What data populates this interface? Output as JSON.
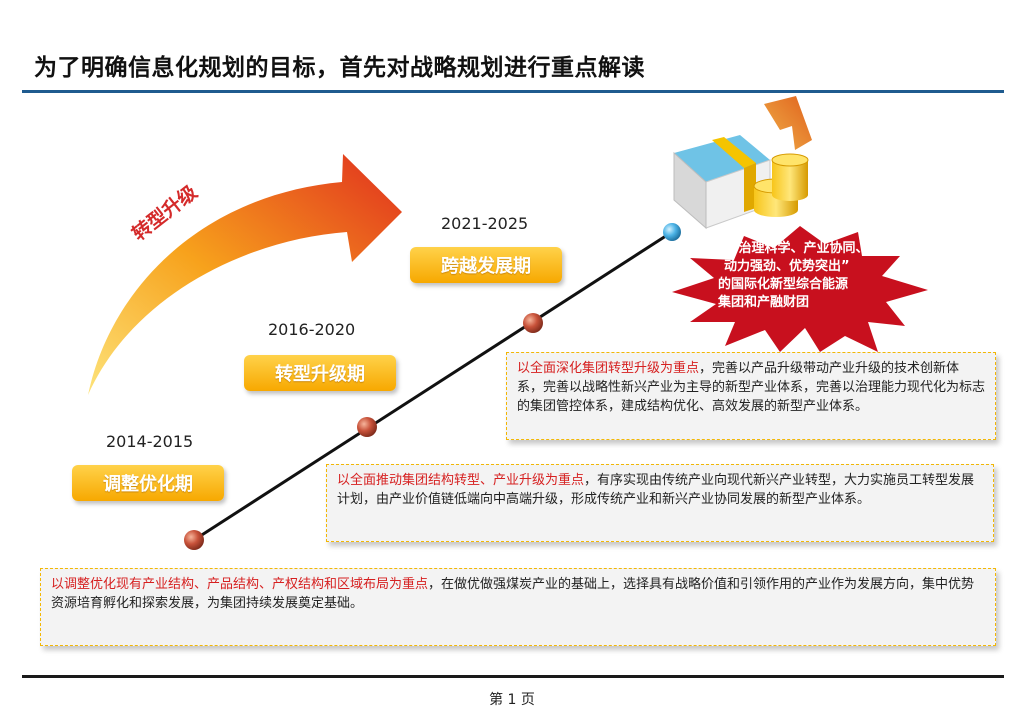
{
  "title": "为了明确信息化规划的目标，首先对战略规划进行重点解读",
  "arrow_label": "转型升级",
  "phases": [
    {
      "years": "2014-2015",
      "label": "调整优化期"
    },
    {
      "years": "2016-2020",
      "label": "转型升级期"
    },
    {
      "years": "2021-2025",
      "label": "跨越发展期"
    }
  ],
  "goal": {
    "line1": "“治理科学、产业协同、",
    "line2": "动力强劲、优势突出”",
    "line3": "的国际化新型综合能源",
    "line4": "集团和产融财团"
  },
  "descriptions": {
    "phase3": {
      "highlight": "以全面深化集团转型升级为重点",
      "text": "，完善以产品升级带动产业升级的技术创新体系，完善以战略性新兴产业为主导的新型产业体系，完善以治理能力现代化为标志的集团管控体系，建成结构优化、高效发展的新型产业体系。"
    },
    "phase2": {
      "highlight": "以全面推动集团结构转型、产业升级为重点",
      "text": "，有序实现由传统产业向现代新兴产业转型，大力实施员工转型发展计划，由产业价值链低端向中高端升级，形成传统产业和新兴产业协同发展的新型产业体系。"
    },
    "phase1": {
      "highlight": "以调整优化现有产业结构、产品结构、产权结构和区域布局为重点",
      "text": "，在做优做强煤炭产业的基础上，选择具有战略价值和引领作用的产业作为发展方向，集中优势资源培育孵化和探索发展，为集团持续发展奠定基础。"
    }
  },
  "page_number": "第 1 页",
  "colors": {
    "title_rule": "#1f5b8f",
    "phase_button": "#f7a800",
    "highlight": "#d62020",
    "star": "#c8101e",
    "arrow": "#e8491d"
  }
}
